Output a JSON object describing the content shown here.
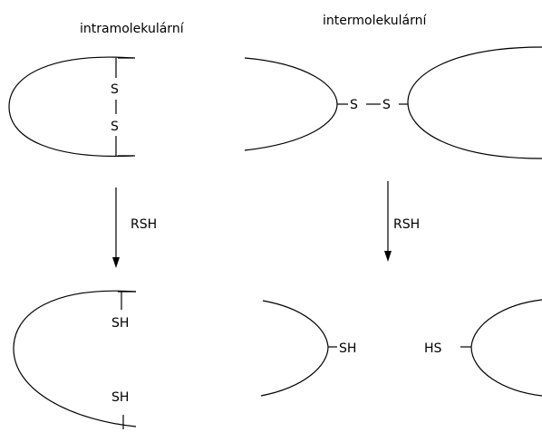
{
  "headings": {
    "left": "intramolekulární",
    "right": "intermolekulární"
  },
  "reagent": "RSH",
  "atoms": {
    "sulfur": "S",
    "thiol": "SH",
    "thiol_left": "HS"
  }
}
